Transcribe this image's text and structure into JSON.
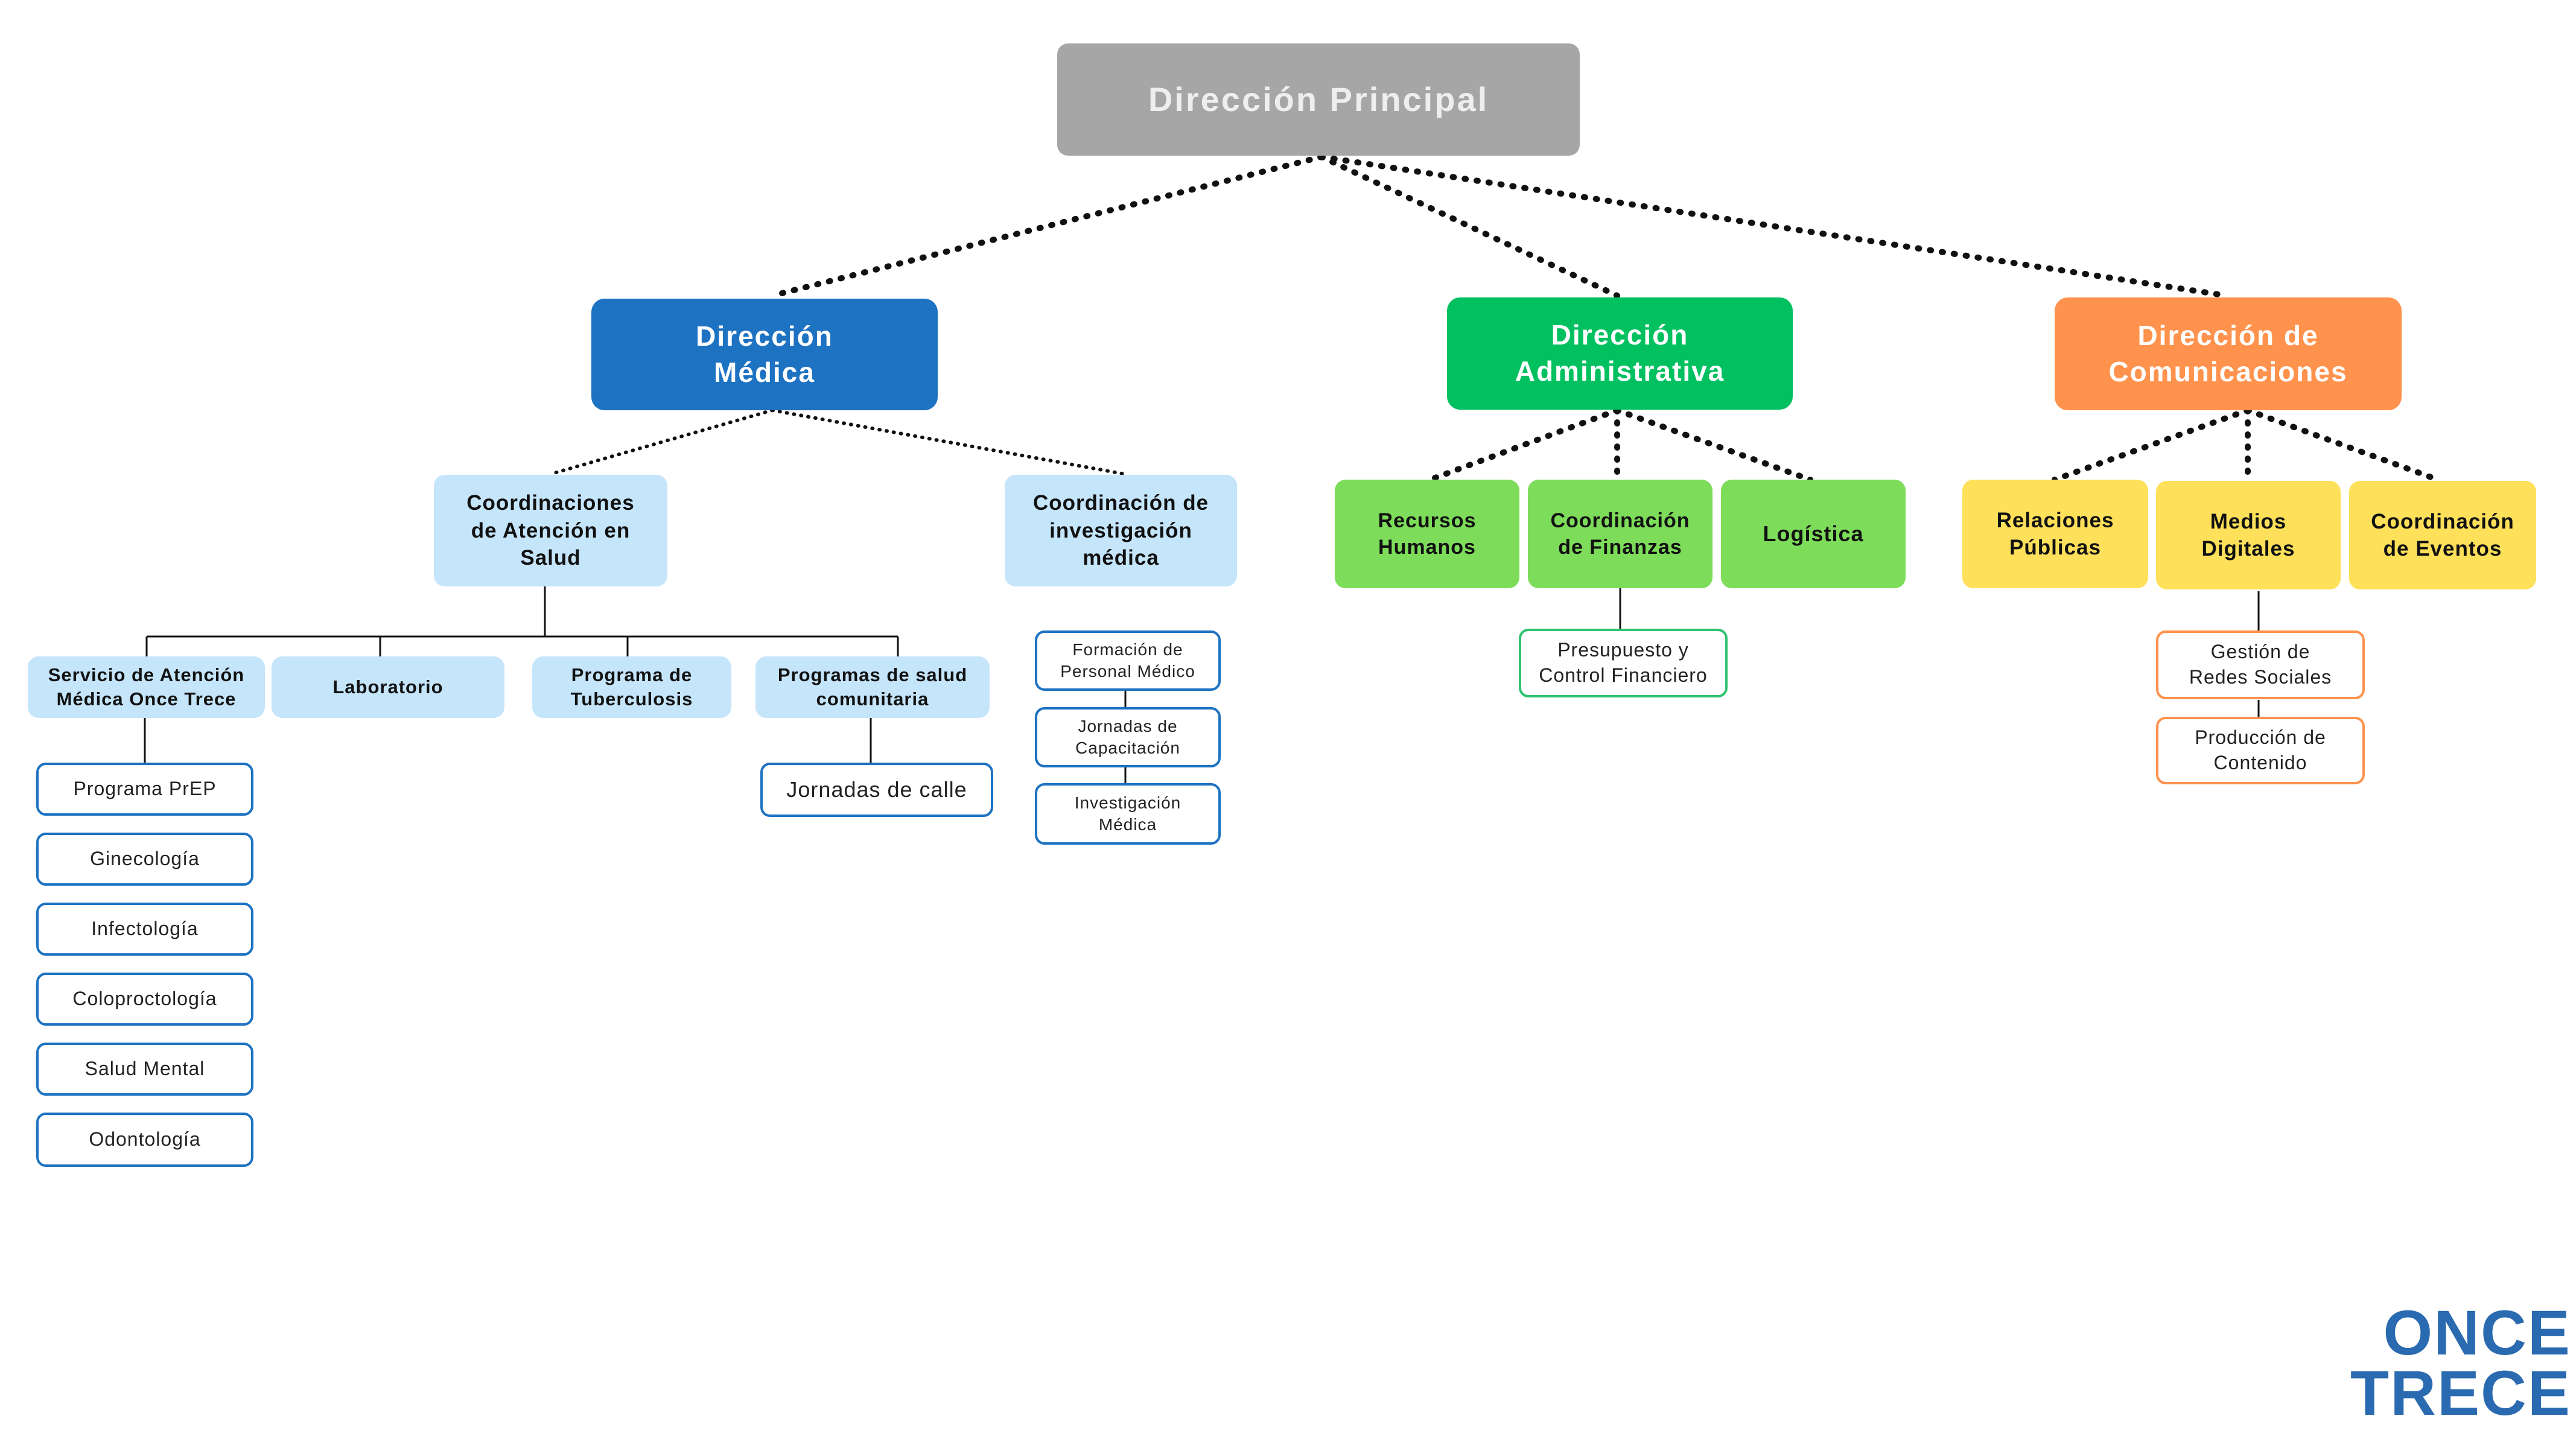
{
  "root": {
    "label": "Dirección Principal"
  },
  "medica": {
    "label": "Dirección\nMédica",
    "atencion": {
      "label": "Coordinaciones\nde  Atención en\nSalud",
      "areas": [
        {
          "label": "Servicio de Atención\nMédica Once Trece",
          "items": [
            "Programa PrEP",
            "Ginecología",
            "Infectología",
            "Coloproctología",
            "Salud Mental",
            "Odontología"
          ]
        },
        {
          "label": "Laboratorio"
        },
        {
          "label": "Programa de\nTuberculosis"
        },
        {
          "label": "Programas de salud\ncomunitaria",
          "items": [
            "Jornadas de calle"
          ]
        }
      ]
    },
    "investigacion": {
      "label": "Coordinación de\ninvestigación\nmédica",
      "items": [
        "Formación de\nPersonal Médico",
        "Jornadas de\nCapacitación",
        "Investigación\nMédica"
      ]
    }
  },
  "administrativa": {
    "label": "Dirección\nAdministrativa",
    "children": [
      "Recursos\nHumanos",
      "Coordinación\nde Finanzas",
      "Logística"
    ],
    "finanzas_items": [
      "Presupuesto y\nControl Financiero"
    ]
  },
  "comunicaciones": {
    "label": "Dirección de\nComunicaciones",
    "children": [
      "Relaciones\nPúblicas",
      "Medios\nDigitales",
      "Coordinación\nde Eventos"
    ],
    "medios_items": [
      "Gestión de\nRedes Sociales",
      "Producción de\nContenido"
    ]
  },
  "logo": {
    "line1": "ONCE",
    "line2": "TRECE"
  },
  "colors": {
    "root": "#a6a6a6",
    "medica": "#1d72c2",
    "administrativa": "#00c060",
    "comunicaciones": "#ff924c",
    "light_blue": "#c5e5fb",
    "light_green": "#7ddc5a",
    "yellow": "#ffe05a"
  }
}
